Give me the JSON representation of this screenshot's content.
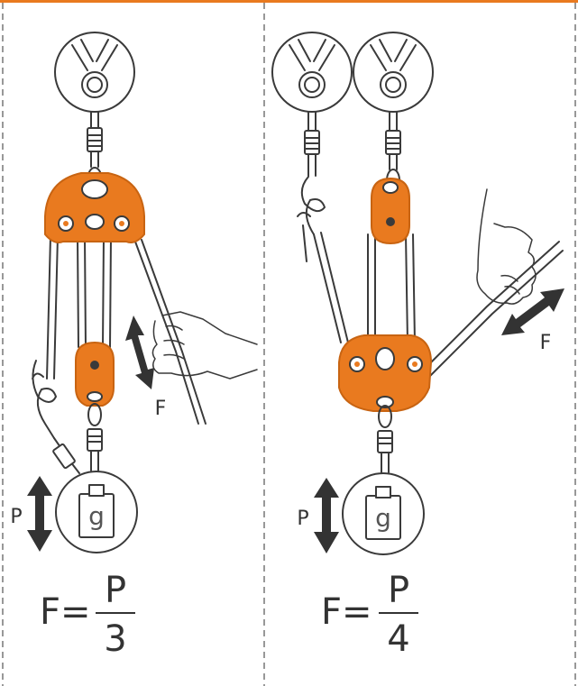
{
  "panels": [
    {
      "id": "left",
      "weight_label": "g",
      "load_label": "P",
      "effort_label": "F",
      "formula": {
        "lhs": "F=",
        "numerator": "P",
        "denominator": "3"
      }
    },
    {
      "id": "right",
      "weight_label": "g",
      "load_label": "P",
      "effort_label": "F",
      "formula": {
        "lhs": "F=",
        "numerator": "P",
        "denominator": "4"
      }
    }
  ],
  "colors": {
    "accent": "#e97a1f",
    "line": "#3a3a3a",
    "divider": "#777777"
  }
}
